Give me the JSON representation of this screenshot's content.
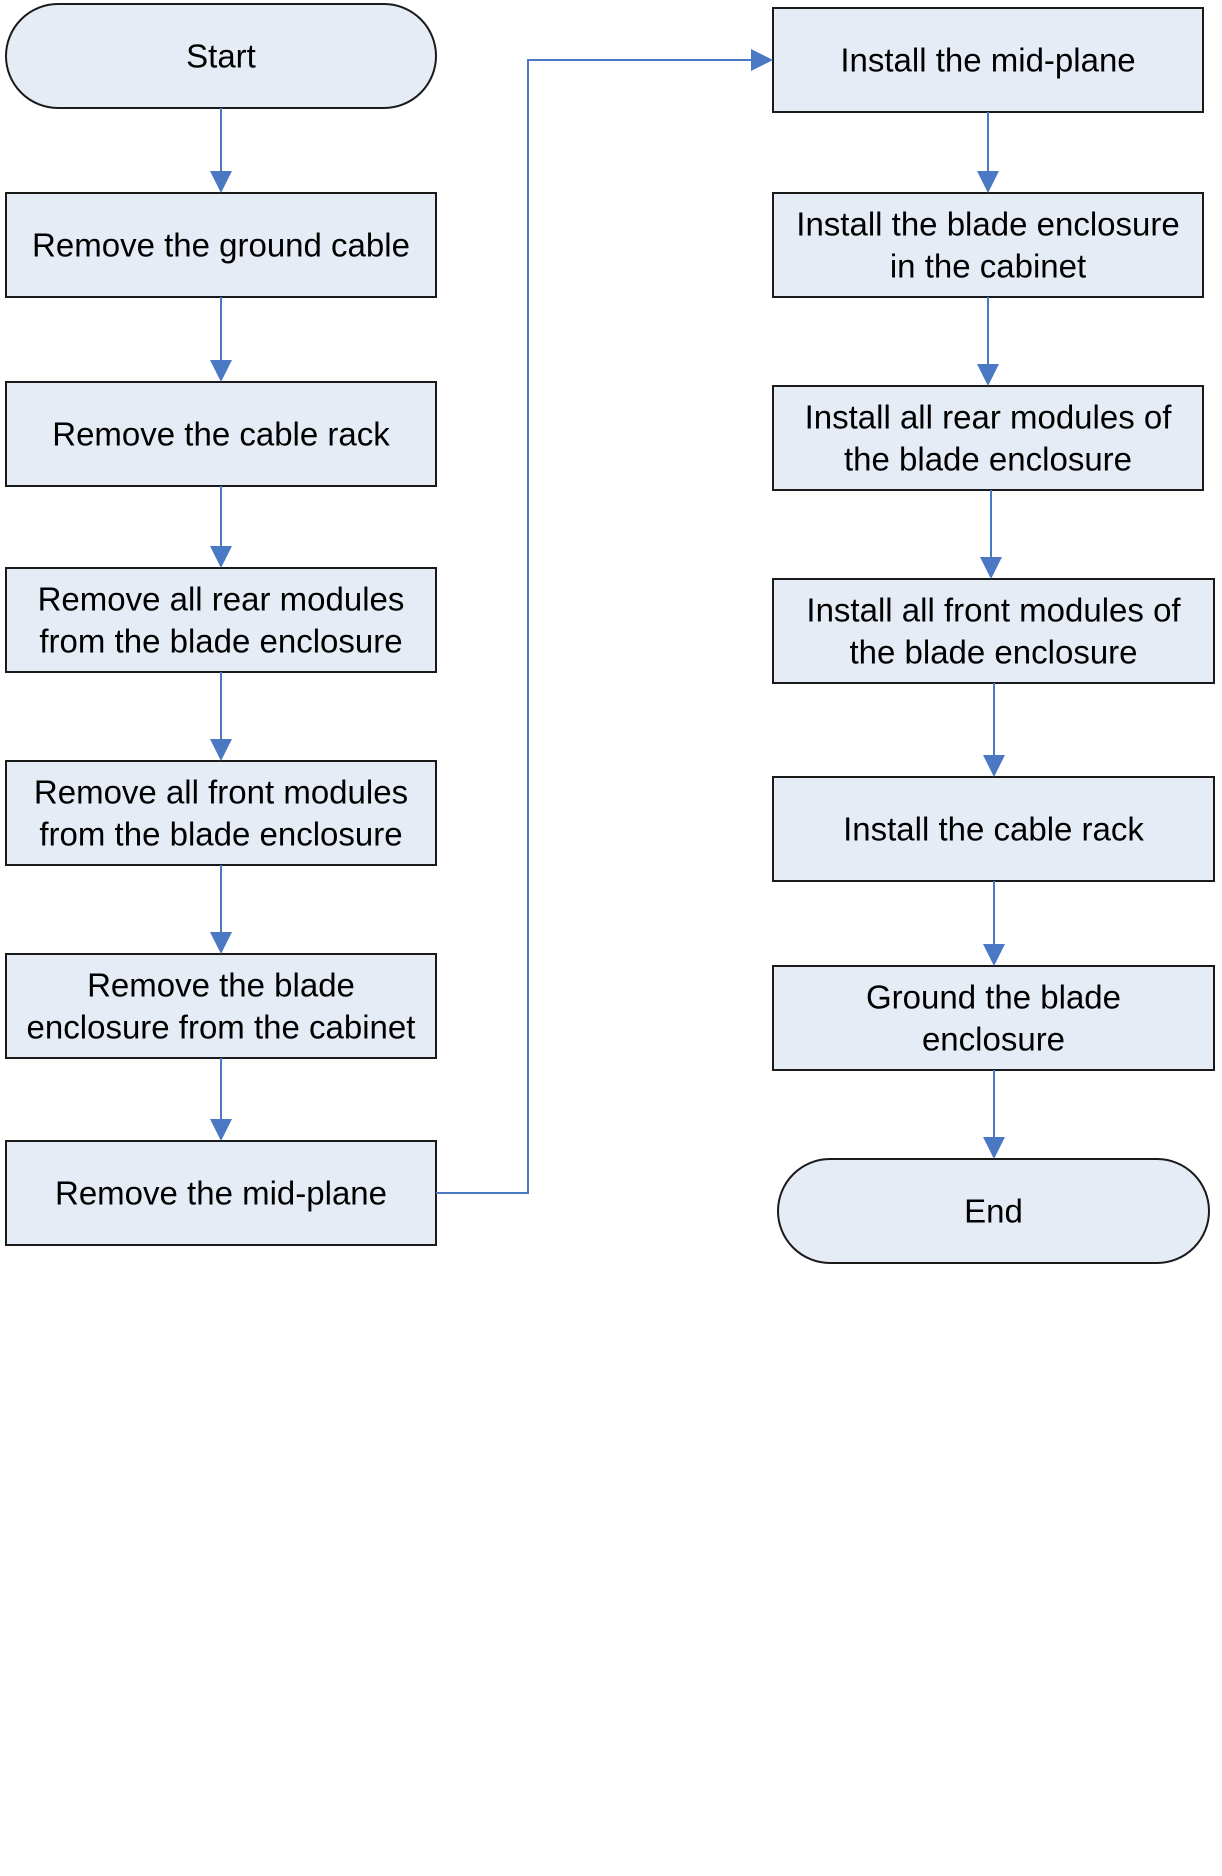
{
  "nodes": [
    {
      "id": "start",
      "shape": "terminator",
      "lines": [
        "Start"
      ]
    },
    {
      "id": "remove-ground-cable",
      "shape": "process",
      "lines": [
        "Remove the ground cable"
      ]
    },
    {
      "id": "remove-cable-rack",
      "shape": "process",
      "lines": [
        "Remove the cable rack"
      ]
    },
    {
      "id": "remove-rear-modules",
      "shape": "process",
      "lines": [
        "Remove all rear modules",
        "from the blade enclosure"
      ]
    },
    {
      "id": "remove-front-modules",
      "shape": "process",
      "lines": [
        "Remove all front modules",
        "from the blade enclosure"
      ]
    },
    {
      "id": "remove-enclosure",
      "shape": "process",
      "lines": [
        "Remove the blade",
        "enclosure from the cabinet"
      ]
    },
    {
      "id": "remove-midplane",
      "shape": "process",
      "lines": [
        "Remove the mid-plane"
      ]
    },
    {
      "id": "install-midplane",
      "shape": "process",
      "lines": [
        "Install the mid-plane"
      ]
    },
    {
      "id": "install-enclosure",
      "shape": "process",
      "lines": [
        "Install the blade enclosure",
        "in the cabinet"
      ]
    },
    {
      "id": "install-rear-modules",
      "shape": "process",
      "lines": [
        "Install all rear modules of",
        "the blade enclosure"
      ]
    },
    {
      "id": "install-front-modules",
      "shape": "process",
      "lines": [
        "Install all front modules of",
        "the blade enclosure"
      ]
    },
    {
      "id": "install-cable-rack",
      "shape": "process",
      "lines": [
        "Install the cable rack"
      ]
    },
    {
      "id": "ground-enclosure",
      "shape": "process",
      "lines": [
        "Ground the blade",
        "enclosure"
      ]
    },
    {
      "id": "end",
      "shape": "terminator",
      "lines": [
        "End"
      ]
    }
  ],
  "edges": [
    [
      "start",
      "remove-ground-cable"
    ],
    [
      "remove-ground-cable",
      "remove-cable-rack"
    ],
    [
      "remove-cable-rack",
      "remove-rear-modules"
    ],
    [
      "remove-rear-modules",
      "remove-front-modules"
    ],
    [
      "remove-front-modules",
      "remove-enclosure"
    ],
    [
      "remove-enclosure",
      "remove-midplane"
    ],
    [
      "remove-midplane",
      "install-midplane"
    ],
    [
      "install-midplane",
      "install-enclosure"
    ],
    [
      "install-enclosure",
      "install-rear-modules"
    ],
    [
      "install-rear-modules",
      "install-front-modules"
    ],
    [
      "install-front-modules",
      "install-cable-rack"
    ],
    [
      "install-cable-rack",
      "ground-enclosure"
    ],
    [
      "ground-enclosure",
      "end"
    ]
  ],
  "colors": {
    "node_fill": "#e6ecf6",
    "node_stroke": "#1a1a1a",
    "connector": "#4a78c2",
    "text": "#000000"
  }
}
